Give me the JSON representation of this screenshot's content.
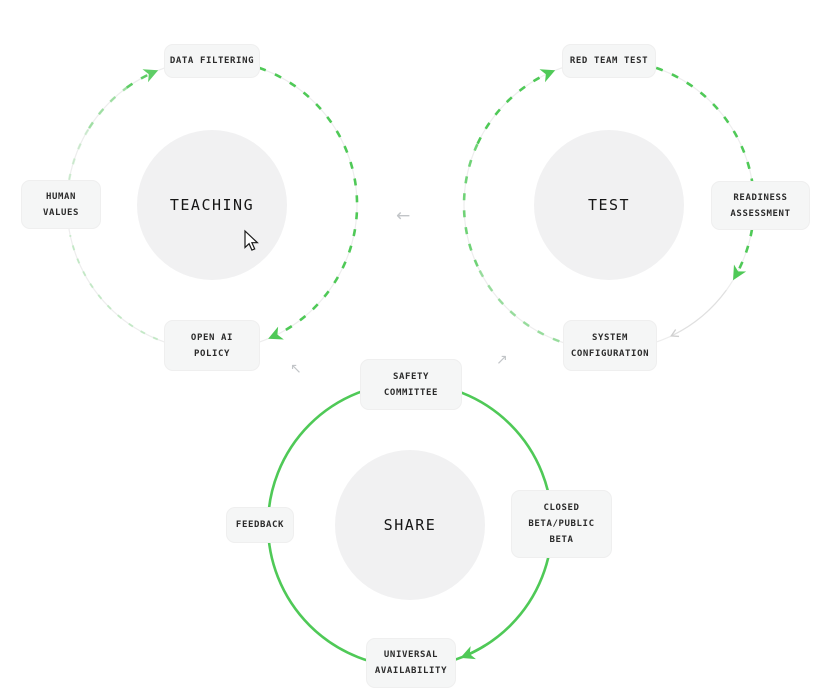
{
  "colors": {
    "accent_green": "#4fc957",
    "faint_green": "#8edd94",
    "track_gray": "#ededed",
    "gray_arc": "#e0e0e0",
    "gray_arc_arrow": "#cfcfcf",
    "inter_arrow": "#c2c5c8",
    "node_bg": "#f5f6f6",
    "node_border": "#efefef",
    "hub_bg": "#f1f1f2",
    "text_dark": "#161616",
    "node_text": "#2b2b2b"
  },
  "cycles": [
    {
      "id": "teaching",
      "label": "TEACHING",
      "nodes": [
        {
          "name": "data-filtering",
          "lines": [
            "DATA FILTERING"
          ]
        },
        {
          "name": "human-values",
          "lines": [
            "HUMAN",
            "VALUES"
          ]
        },
        {
          "name": "open-ai-policy",
          "lines": [
            "OPEN AI",
            "POLICY"
          ]
        }
      ]
    },
    {
      "id": "test",
      "label": "TEST",
      "nodes": [
        {
          "name": "red-team-test",
          "lines": [
            "RED TEAM TEST"
          ]
        },
        {
          "name": "readiness-assessment",
          "lines": [
            "READINESS",
            "ASSESSMENT"
          ]
        },
        {
          "name": "system-configuration",
          "lines": [
            "SYSTEM",
            "CONFIGURATION"
          ]
        }
      ]
    },
    {
      "id": "share",
      "label": "SHARE",
      "nodes": [
        {
          "name": "safety-committee",
          "lines": [
            "SAFETY",
            "COMMITTEE"
          ]
        },
        {
          "name": "feedback",
          "lines": [
            "FEEDBACK"
          ]
        },
        {
          "name": "closed-beta-public-beta",
          "lines": [
            "CLOSED",
            "BETA/PUBLIC",
            "BETA"
          ]
        },
        {
          "name": "universal-availability",
          "lines": [
            "UNIVERSAL",
            "AVAILABILITY"
          ]
        }
      ]
    }
  ],
  "connectors": {
    "test_to_teaching": "←",
    "share_to_teaching": "↖",
    "share_to_test": "↗"
  }
}
